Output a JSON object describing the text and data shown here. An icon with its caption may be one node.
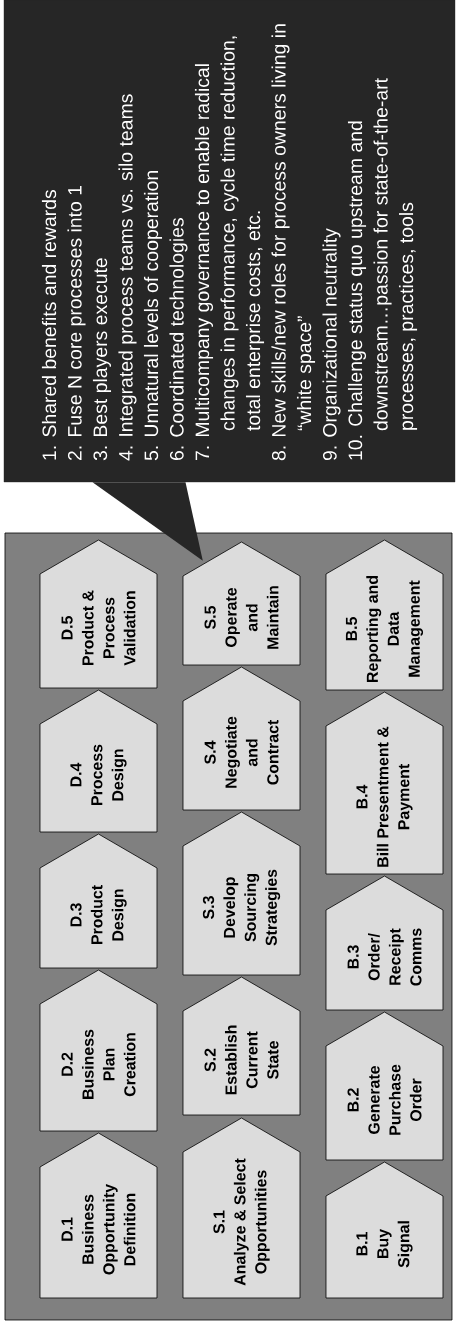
{
  "diagram": {
    "nodes": [
      {
        "text": [
          "1. Shared benefits and rewards",
          "2. Fuse N core processes into 1",
          "3. Best players execute",
          "4. Integrated process teams vs. silo teams",
          "5. Unnatural levels of cooperation",
          "6. Coordinated technologies",
          "7. Multicompany governance to enable radical changes in performance, cycle time reduction, total enterprise costs, etc.",
          "8. New skills/new roles for process owners living in “white space”",
          "9. Organizational neutrality",
          "10. Challenge status quo upstream and downstream…passion for state-of-the-art processes, practices, tools"
        ]
      },
      {
        "text": [],
        "shape": "box"
      },
      {
        "text": [
          "D.1",
          "Business Opportunity Definition"
        ],
        "in": 1
      },
      {
        "text": [
          "D.2",
          "Business Plan Creation"
        ],
        "in": 1
      },
      {
        "text": [
          "D.3",
          "Product Design"
        ],
        "in": 1
      },
      {
        "text": [
          "D.4",
          "Process Design"
        ],
        "in": 1
      },
      {
        "text": [
          "D.5",
          "Product & Process Validation"
        ],
        "in": 1
      },
      {
        "text": [
          "S.1",
          "Analyze & Select Opportunities"
        ],
        "in": 1
      },
      {
        "text": [
          "S.2",
          "Establish Current State"
        ],
        "in": 1
      },
      {
        "text": [
          "S.3",
          "Develop Sourcing Strategies"
        ],
        "in": 1
      },
      {
        "text": [
          "S.4",
          "Negotiate and Contract"
        ],
        "in": 1
      },
      {
        "text": [
          "S.5",
          "Operate and Maintain"
        ],
        "in": 1
      },
      {
        "text": [
          "B.1",
          "Buy Signal"
        ],
        "in": 1
      },
      {
        "text": [
          "B.2",
          "Generate Purchase Order"
        ],
        "in": 1
      },
      {
        "text": [
          "B.3",
          "Order/ Receipt Comms"
        ],
        "in": 1
      },
      {
        "text": [
          "B.4",
          "Bill Presentment & Payment"
        ],
        "in": 1
      },
      {
        "text": [
          "B.5",
          "Reporting and Data Management"
        ],
        "in": 1
      }
    ],
    "edges": [
      {
        "from": 0,
        "to": 11,
        "arrow": "to"
      }
    ]
  }
}
